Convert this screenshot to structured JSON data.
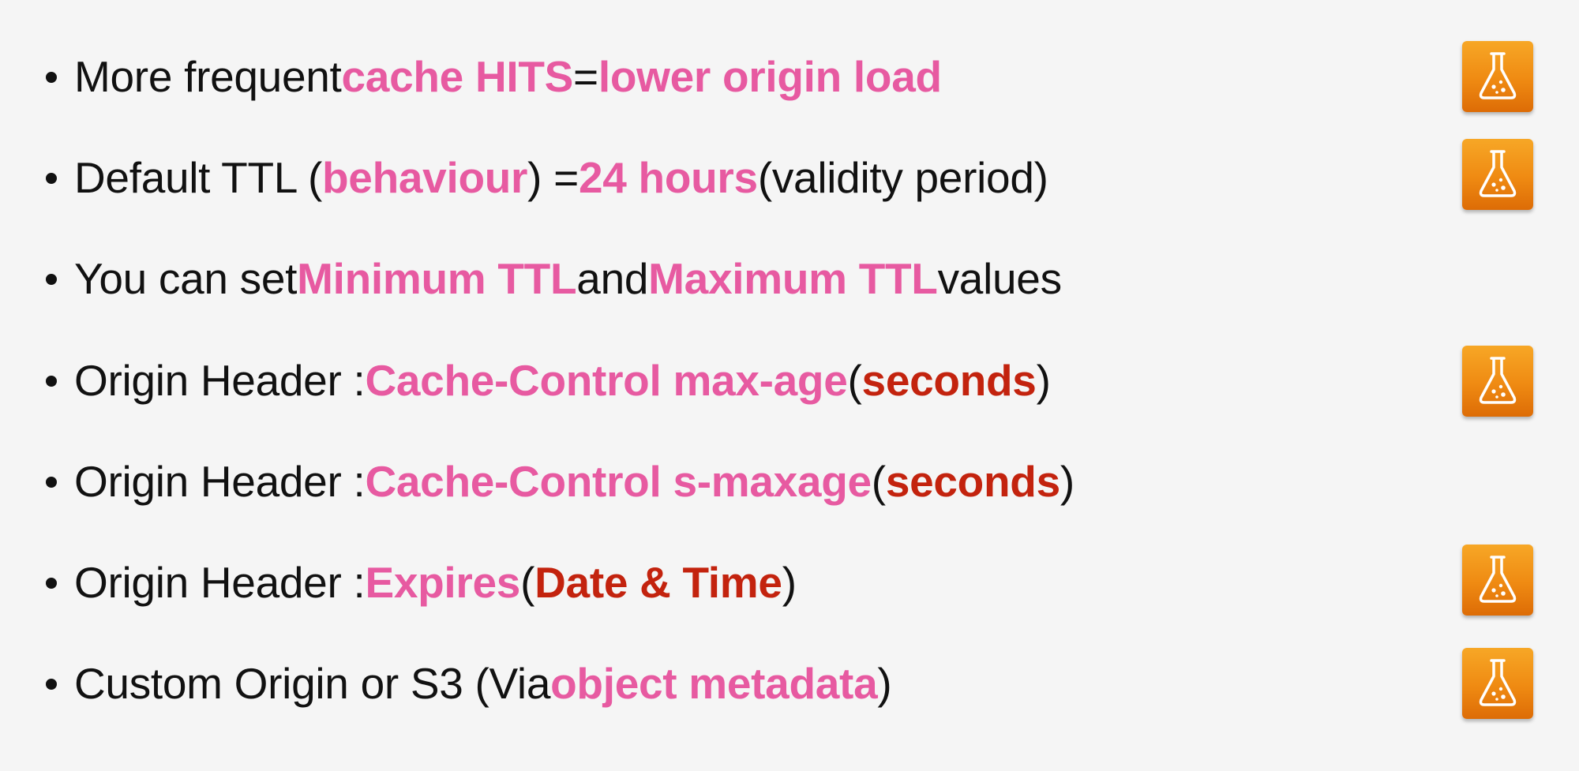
{
  "bullets": [
    {
      "segments": [
        {
          "text": "More frequent ",
          "style": "plain"
        },
        {
          "text": "cache HITS",
          "style": "pink"
        },
        {
          "text": " = ",
          "style": "plain"
        },
        {
          "text": "lower origin load",
          "style": "pink"
        }
      ],
      "has_lab_icon": true
    },
    {
      "segments": [
        {
          "text": "Default TTL (",
          "style": "plain"
        },
        {
          "text": "behaviour",
          "style": "pink"
        },
        {
          "text": ") = ",
          "style": "plain"
        },
        {
          "text": "24 hours",
          "style": "pink"
        },
        {
          "text": " (validity period)",
          "style": "plain"
        }
      ],
      "has_lab_icon": true
    },
    {
      "segments": [
        {
          "text": "You can set ",
          "style": "plain"
        },
        {
          "text": "Minimum TTL",
          "style": "pink"
        },
        {
          "text": " and ",
          "style": "plain"
        },
        {
          "text": "Maximum TTL",
          "style": "pink"
        },
        {
          "text": " values",
          "style": "plain"
        }
      ],
      "has_lab_icon": false
    },
    {
      "segments": [
        {
          "text": "Origin Header : ",
          "style": "plain"
        },
        {
          "text": "Cache-Control max-age",
          "style": "pink"
        },
        {
          "text": " (",
          "style": "plain"
        },
        {
          "text": "seconds",
          "style": "red"
        },
        {
          "text": ")",
          "style": "plain"
        }
      ],
      "has_lab_icon": true
    },
    {
      "segments": [
        {
          "text": "Origin Header : ",
          "style": "plain"
        },
        {
          "text": "Cache-Control s-maxage",
          "style": "pink"
        },
        {
          "text": " (",
          "style": "plain"
        },
        {
          "text": "seconds",
          "style": "red"
        },
        {
          "text": ")",
          "style": "plain"
        }
      ],
      "has_lab_icon": false
    },
    {
      "segments": [
        {
          "text": "Origin Header : ",
          "style": "plain"
        },
        {
          "text": "Expires",
          "style": "pink"
        },
        {
          "text": " (",
          "style": "plain"
        },
        {
          "text": "Date & Time",
          "style": "red"
        },
        {
          "text": ")",
          "style": "plain"
        }
      ],
      "has_lab_icon": true
    },
    {
      "segments": [
        {
          "text": "Custom Origin or S3 (Via ",
          "style": "plain"
        },
        {
          "text": "object metadata",
          "style": "pink"
        },
        {
          "text": ")",
          "style": "plain"
        }
      ],
      "has_lab_icon": true
    }
  ],
  "icons": {
    "lab_icon": "flask-icon"
  },
  "colors": {
    "background": "#f5f5f5",
    "text": "#111111",
    "highlight_pink": "#e75aa1",
    "highlight_red": "#c3230e",
    "lab_icon_orange": "#ef8a12"
  }
}
